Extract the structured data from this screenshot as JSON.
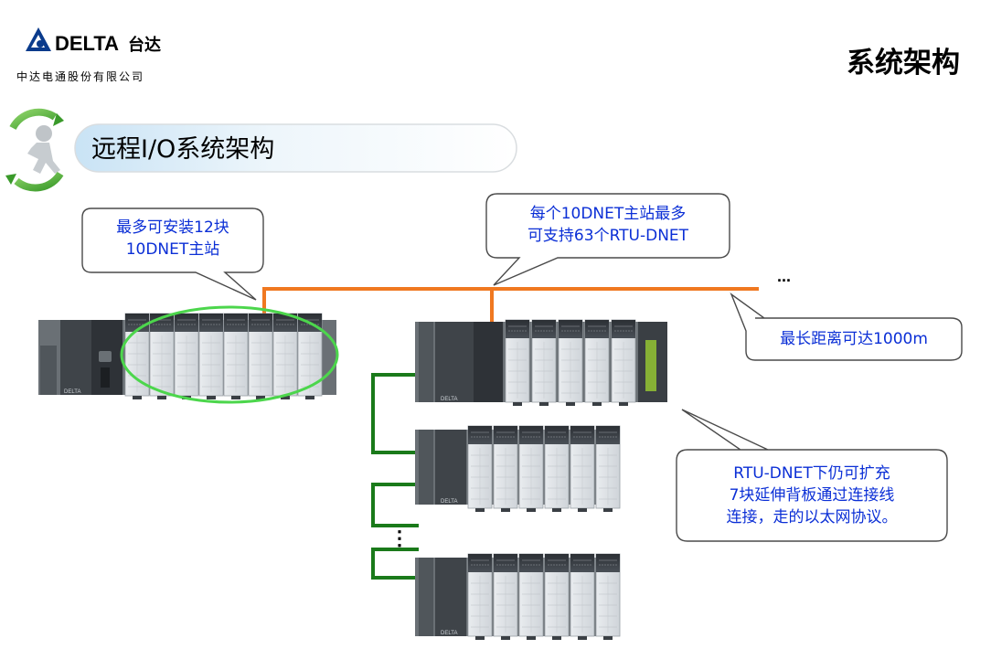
{
  "header": {
    "logo_brand": "DELTA",
    "logo_brand_cn": "台达",
    "logo_subtitle": "中达电通股份有限公司",
    "slide_title": "系统架构"
  },
  "section": {
    "title": "远程I/O系统架构"
  },
  "callouts": {
    "master_count_line1": "最多可安装12块",
    "master_count_line2": "10DNET主站",
    "rtu_count_line1": "每个10DNET主站最多",
    "rtu_count_line2": "可支持63个RTU-DNET",
    "distance": "最长距离可达1000m",
    "expansion_line1": "RTU-DNET下仍可扩充",
    "expansion_line2": "7块延伸背板通过连接线",
    "expansion_line3": "连接，走的以太网协议。"
  },
  "ellipsis": {
    "network": "...",
    "rack_chain": "⋮"
  },
  "colors": {
    "network_line": "#f07820",
    "extension_cable": "#1a7a1a",
    "highlight_ellipse": "#4cd64c",
    "callout_text": "#0b2fd6",
    "slide_title": "#1f8a3a",
    "brand_blue": "#0a3b8c"
  }
}
